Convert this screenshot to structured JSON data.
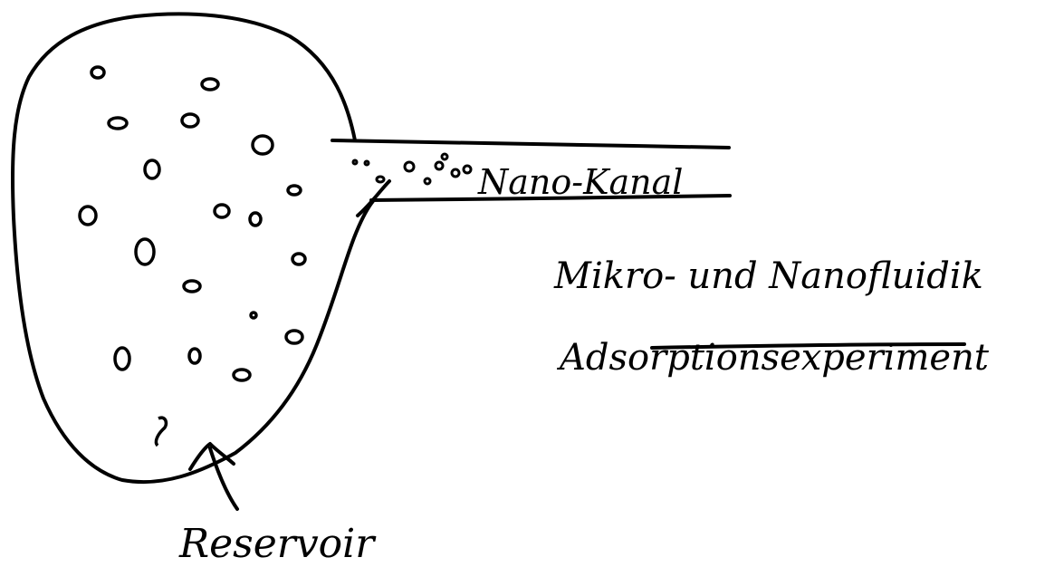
{
  "labels": {
    "channel": "Nano-Kanal",
    "reservoir": "Reservoir",
    "title_line1": "Mikro- und Nanofluidik",
    "title_line2": "Adsorptionsexperiment"
  },
  "colors": {
    "ink": "#000000",
    "background": "#ffffff"
  }
}
